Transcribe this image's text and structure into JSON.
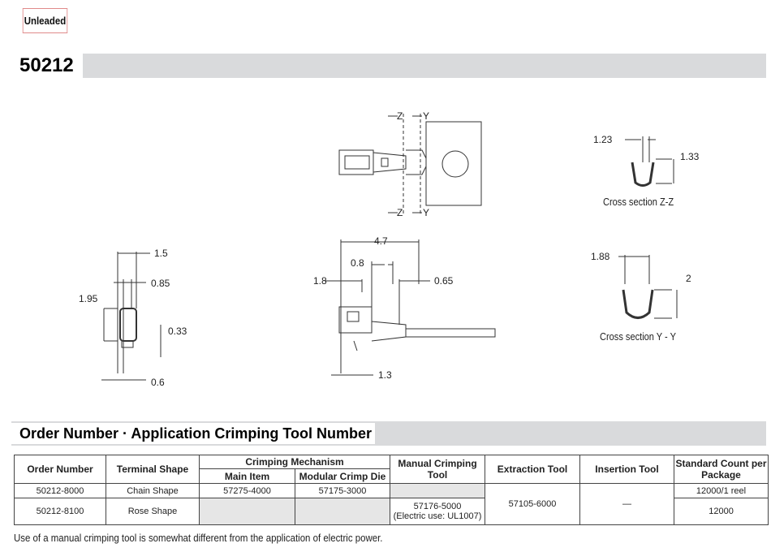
{
  "badge": "Unleaded",
  "part_number": "50212",
  "drawing": {
    "section_marks": {
      "z_top": "Z",
      "y_top": "Y",
      "z_bottom": "Z",
      "y_bottom": "Y"
    },
    "zz": {
      "width": "1.23",
      "height": "1.33",
      "caption": "Cross section Z-Z"
    },
    "yy": {
      "width": "1.88",
      "height": "2",
      "caption": "Cross section Y - Y"
    },
    "front": {
      "d1": "1.5",
      "d2": "0.85",
      "d3": "1.95",
      "d4": "0.33",
      "d5": "0.6"
    },
    "side": {
      "d1": "4.7",
      "d2": "0.8",
      "d3": "1.8",
      "d4": "0.65",
      "d5": "1.3"
    }
  },
  "section_title": "Order Number · Application Crimping Tool Number",
  "table": {
    "headers": {
      "order": "Order Number",
      "shape": "Terminal Shape",
      "crimp": "Crimping Mechanism",
      "main": "Main Item",
      "die": "Modular Crimp Die",
      "manual": "Manual Crimping Tool",
      "extraction": "Extraction Tool",
      "insertion": "Insertion Tool",
      "count": "Standard Count per Package"
    },
    "rows": [
      {
        "order": "50212-8000",
        "shape": "Chain Shape",
        "main": "57275-4000",
        "die": "57175-3000",
        "count": "12000/1 reel"
      },
      {
        "order": "50212-8100",
        "shape": "Rose Shape",
        "manual": "57176-5000",
        "manual_note": "(Electric use: UL1007)",
        "count": "12000"
      }
    ],
    "extraction": "57105-6000",
    "insertion": "—"
  },
  "note": "Use of a manual crimping tool is somewhat different from the application of electric power."
}
